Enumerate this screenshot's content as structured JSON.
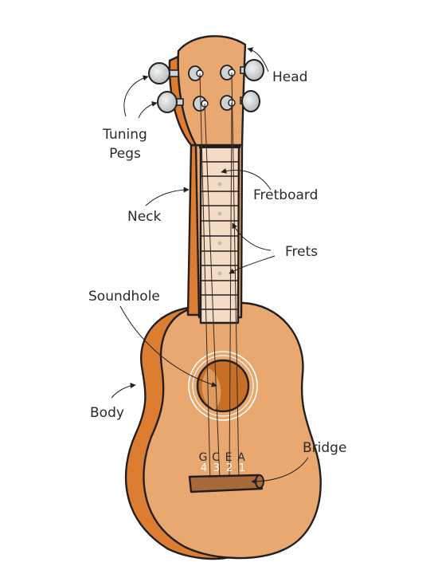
{
  "labels": {
    "head": "Head",
    "tuning_pegs_line1": "Tuning",
    "tuning_pegs_line2": "Pegs",
    "fretboard": "Fretboard",
    "neck": "Neck",
    "frets": "Frets",
    "soundhole": "Soundhole",
    "body": "Body",
    "bridge": "Bridge"
  },
  "strings": [
    {
      "note": "G",
      "number": "4"
    },
    {
      "note": "C",
      "number": "3"
    },
    {
      "note": "E",
      "number": "2"
    },
    {
      "note": "A",
      "number": "1"
    }
  ],
  "colors": {
    "wood": "#e8a870",
    "wood_side": "#dd7d32",
    "fretboard": "#f3dcc6",
    "soundhole": "#c86f27",
    "bridge": "#a96a3a",
    "peg": "#cfd3d4"
  }
}
